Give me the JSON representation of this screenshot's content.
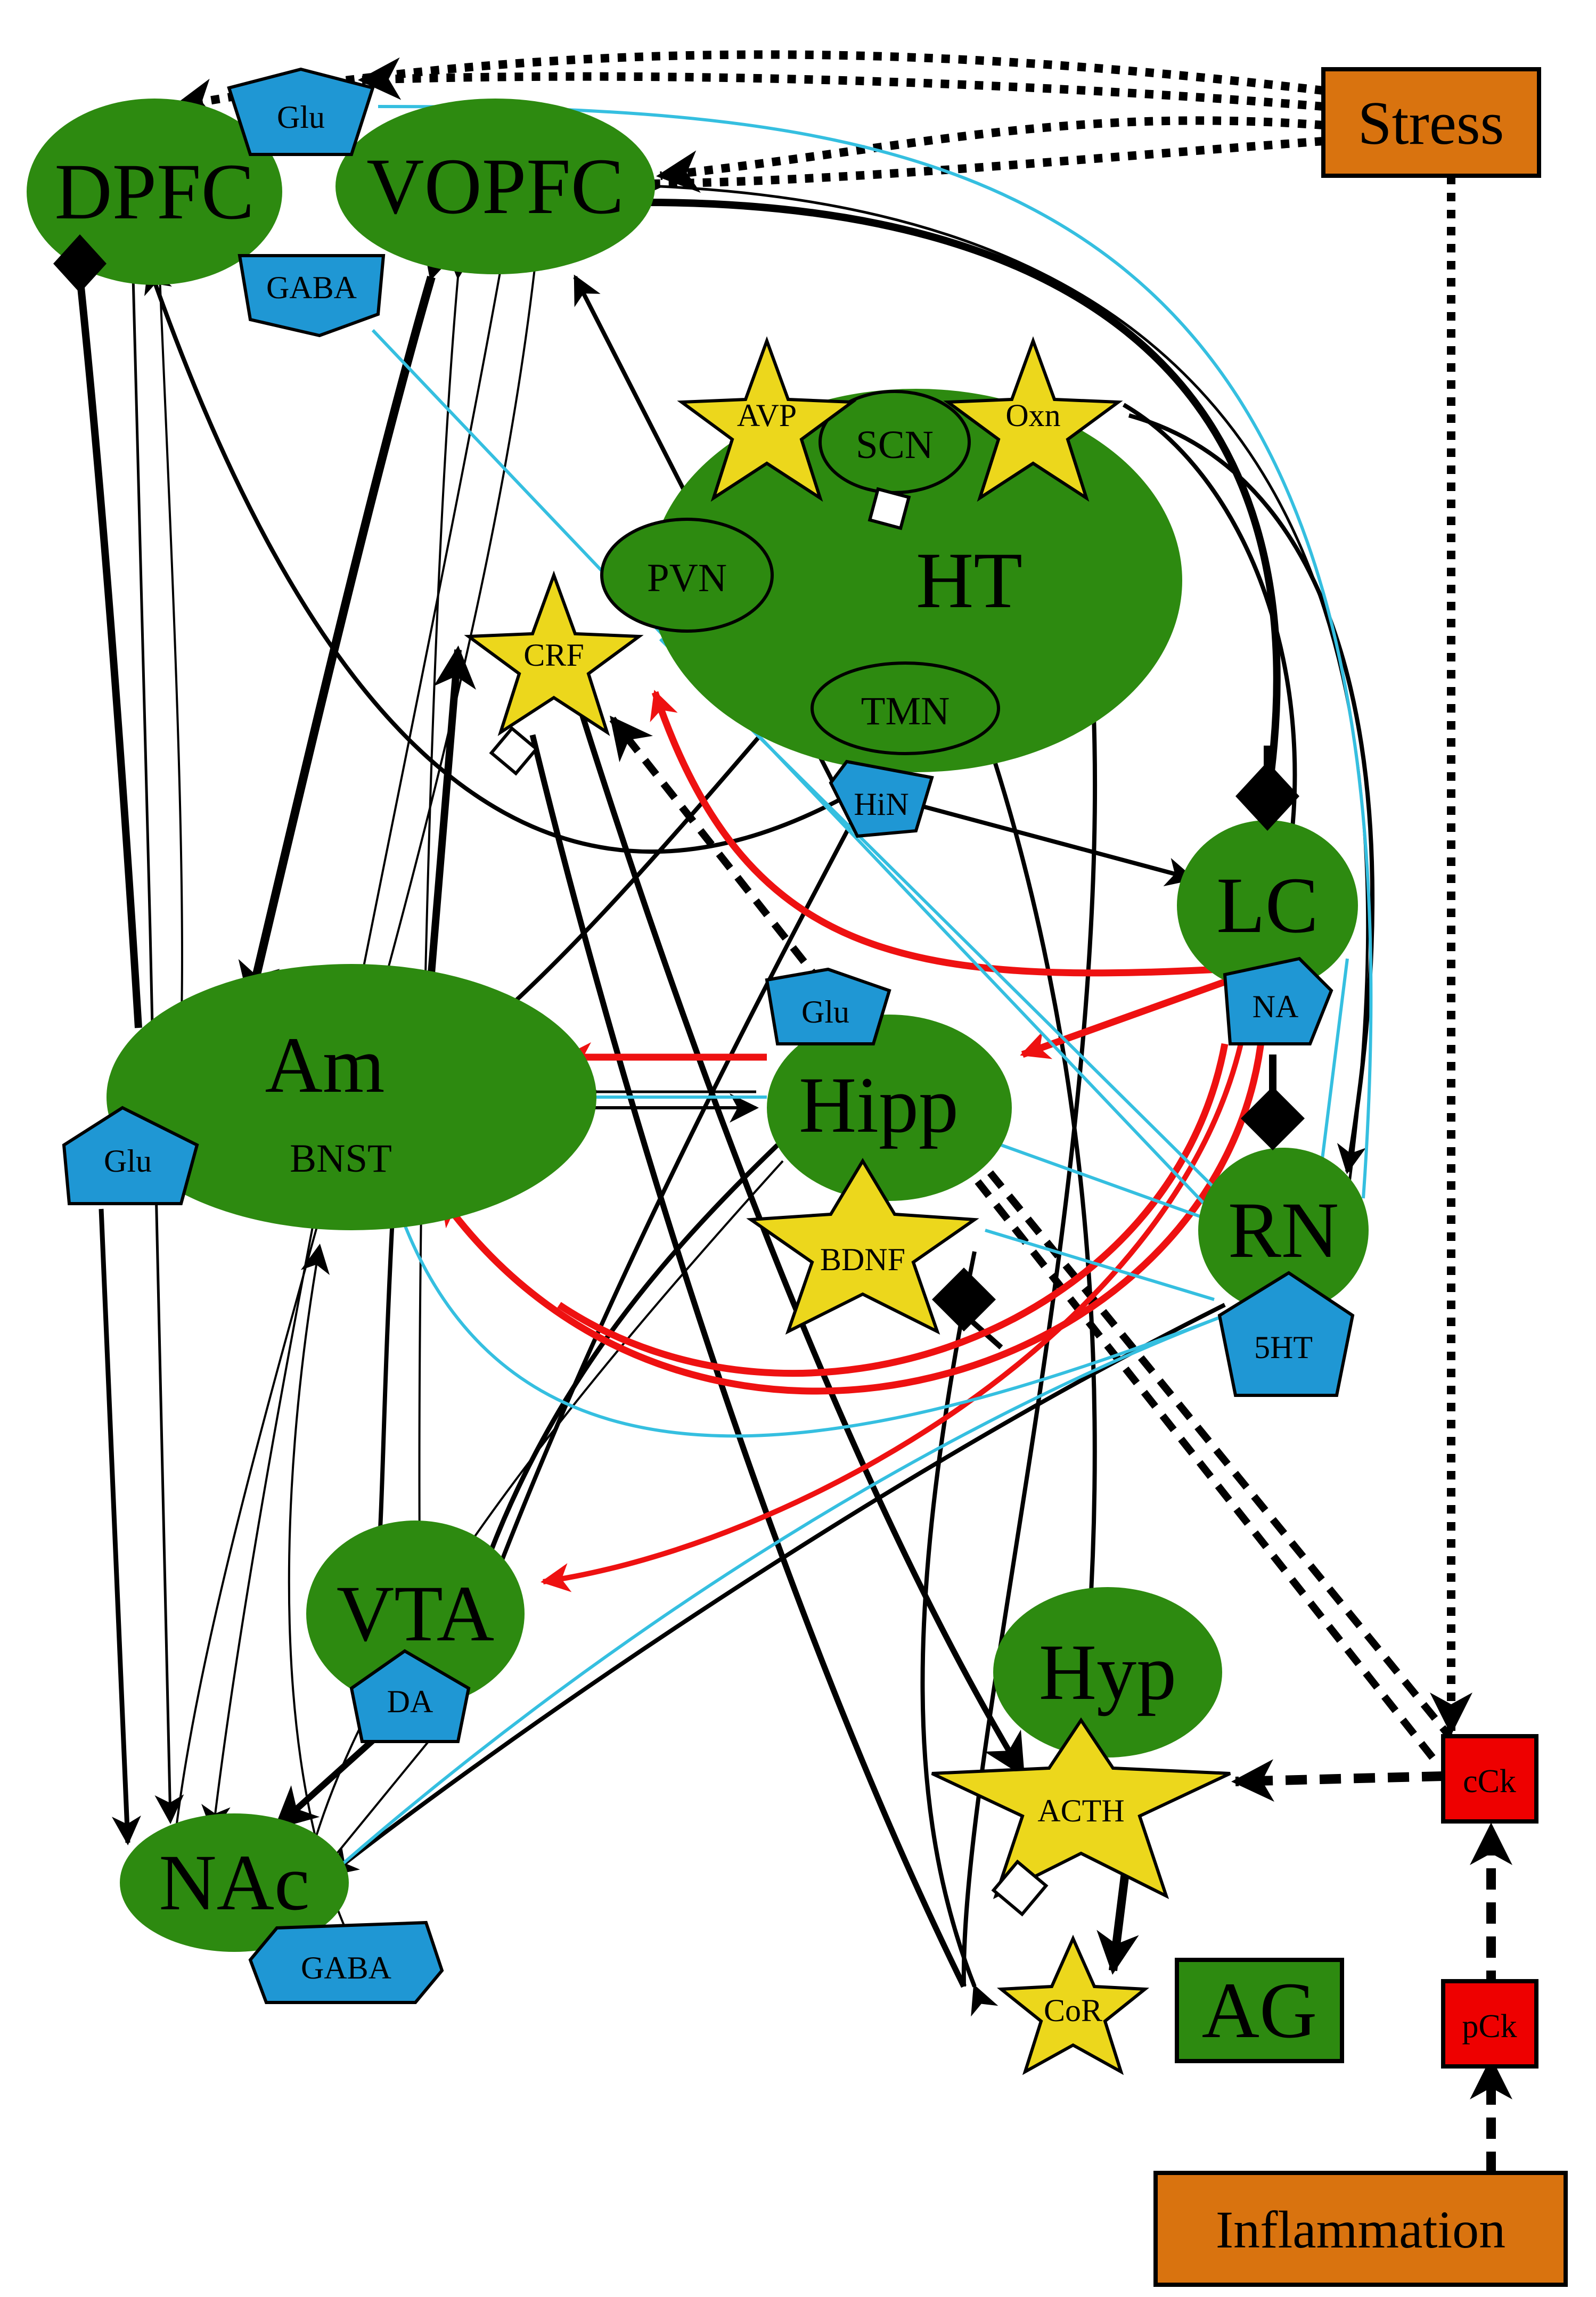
{
  "colors": {
    "region": "#2d8a10",
    "neurotransmitter": "#1f97d4",
    "hormone": "#ecd71c",
    "trigger": "#d9730f",
    "cytokine": "#ee0000",
    "link_excitatory": "#000000",
    "link_serotonergic": "#35bfe0",
    "link_noradrenergic": "#ee1111"
  },
  "regions": {
    "dpfc": "DPFC",
    "vopfc": "VOPFC",
    "ht": "HT",
    "scn": "SCN",
    "pvn": "PVN",
    "tmn": "TMN",
    "lc": "LC",
    "am": "Am",
    "bnst": "BNST",
    "hipp": "Hipp",
    "rn": "RN",
    "vta": "VTA",
    "nac": "NAc",
    "hyp": "Hyp",
    "ag": "AG"
  },
  "neurotransmitters": {
    "glu_top": "Glu",
    "gaba_top": "GABA",
    "hin": "HiN",
    "na": "NA",
    "glu_hipp": "Glu",
    "glu_am": "Glu",
    "ht5": "5HT",
    "da": "DA",
    "gaba_nac": "GABA"
  },
  "hormones": {
    "avp": "AVP",
    "oxn": "Oxn",
    "crf": "CRF",
    "bdnf": "BDNF",
    "acth": "ACTH",
    "cor": "CoR"
  },
  "inputs": {
    "stress": "Stress",
    "inflammation": "Inflammation",
    "cck": "cCk",
    "pck": "pCk"
  }
}
